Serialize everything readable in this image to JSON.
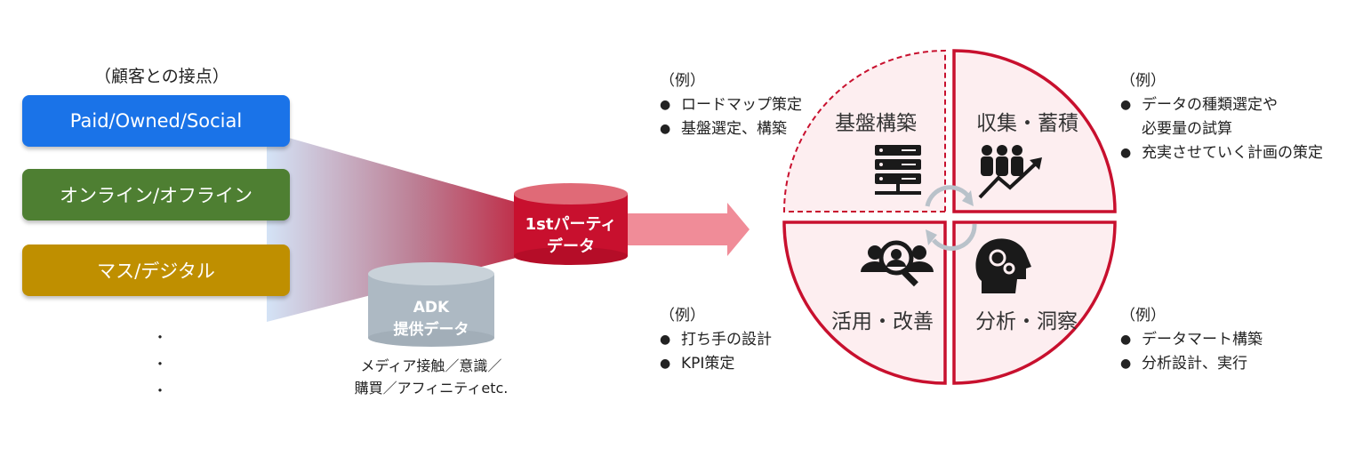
{
  "left": {
    "caption": "（顧客との接点）",
    "channels": [
      {
        "label": "Paid/Owned/Social",
        "color": "#1a73e8"
      },
      {
        "label": "オンライン/オフライン",
        "color": "#4e7f32"
      },
      {
        "label": "マス/デジタル",
        "color": "#bf8f00"
      }
    ],
    "ellipsis": [
      "・",
      "・",
      "・"
    ]
  },
  "center": {
    "first_party": {
      "line1": "1stパーティ",
      "line2": "データ",
      "color": "#c8102e"
    },
    "adk": {
      "line1": "ADK",
      "line2": "提供データ",
      "color": "#adb9c3"
    },
    "adk_note": {
      "line1": "メディア接触／意識／",
      "line2": "購買／アフィニティetc."
    },
    "arrow_color": "#f08c98"
  },
  "cycle": {
    "quadrants": [
      {
        "label": "基盤構築",
        "icon": "server-icon"
      },
      {
        "label": "収集・蓄積",
        "icon": "people-growth-icon"
      },
      {
        "label": "活用・改善",
        "icon": "people-search-icon"
      },
      {
        "label": "分析・洞察",
        "icon": "head-gears-icon"
      }
    ],
    "stroke_color": "#c8102e",
    "fill_color": "#fdeef0"
  },
  "examples": {
    "top_left": {
      "title": "（例）",
      "items": [
        "ロードマップ策定",
        "基盤選定、構築"
      ]
    },
    "top_right": {
      "title": "（例）",
      "items": [
        "データの種類選定や",
        "必要量の試算",
        "充実させていく計画の策定"
      ]
    },
    "bottom_left": {
      "title": "（例）",
      "items": [
        "打ち手の設計",
        "KPI策定"
      ]
    },
    "bottom_right": {
      "title": "（例）",
      "items": [
        "データマート構築",
        "分析設計、実行"
      ]
    }
  }
}
